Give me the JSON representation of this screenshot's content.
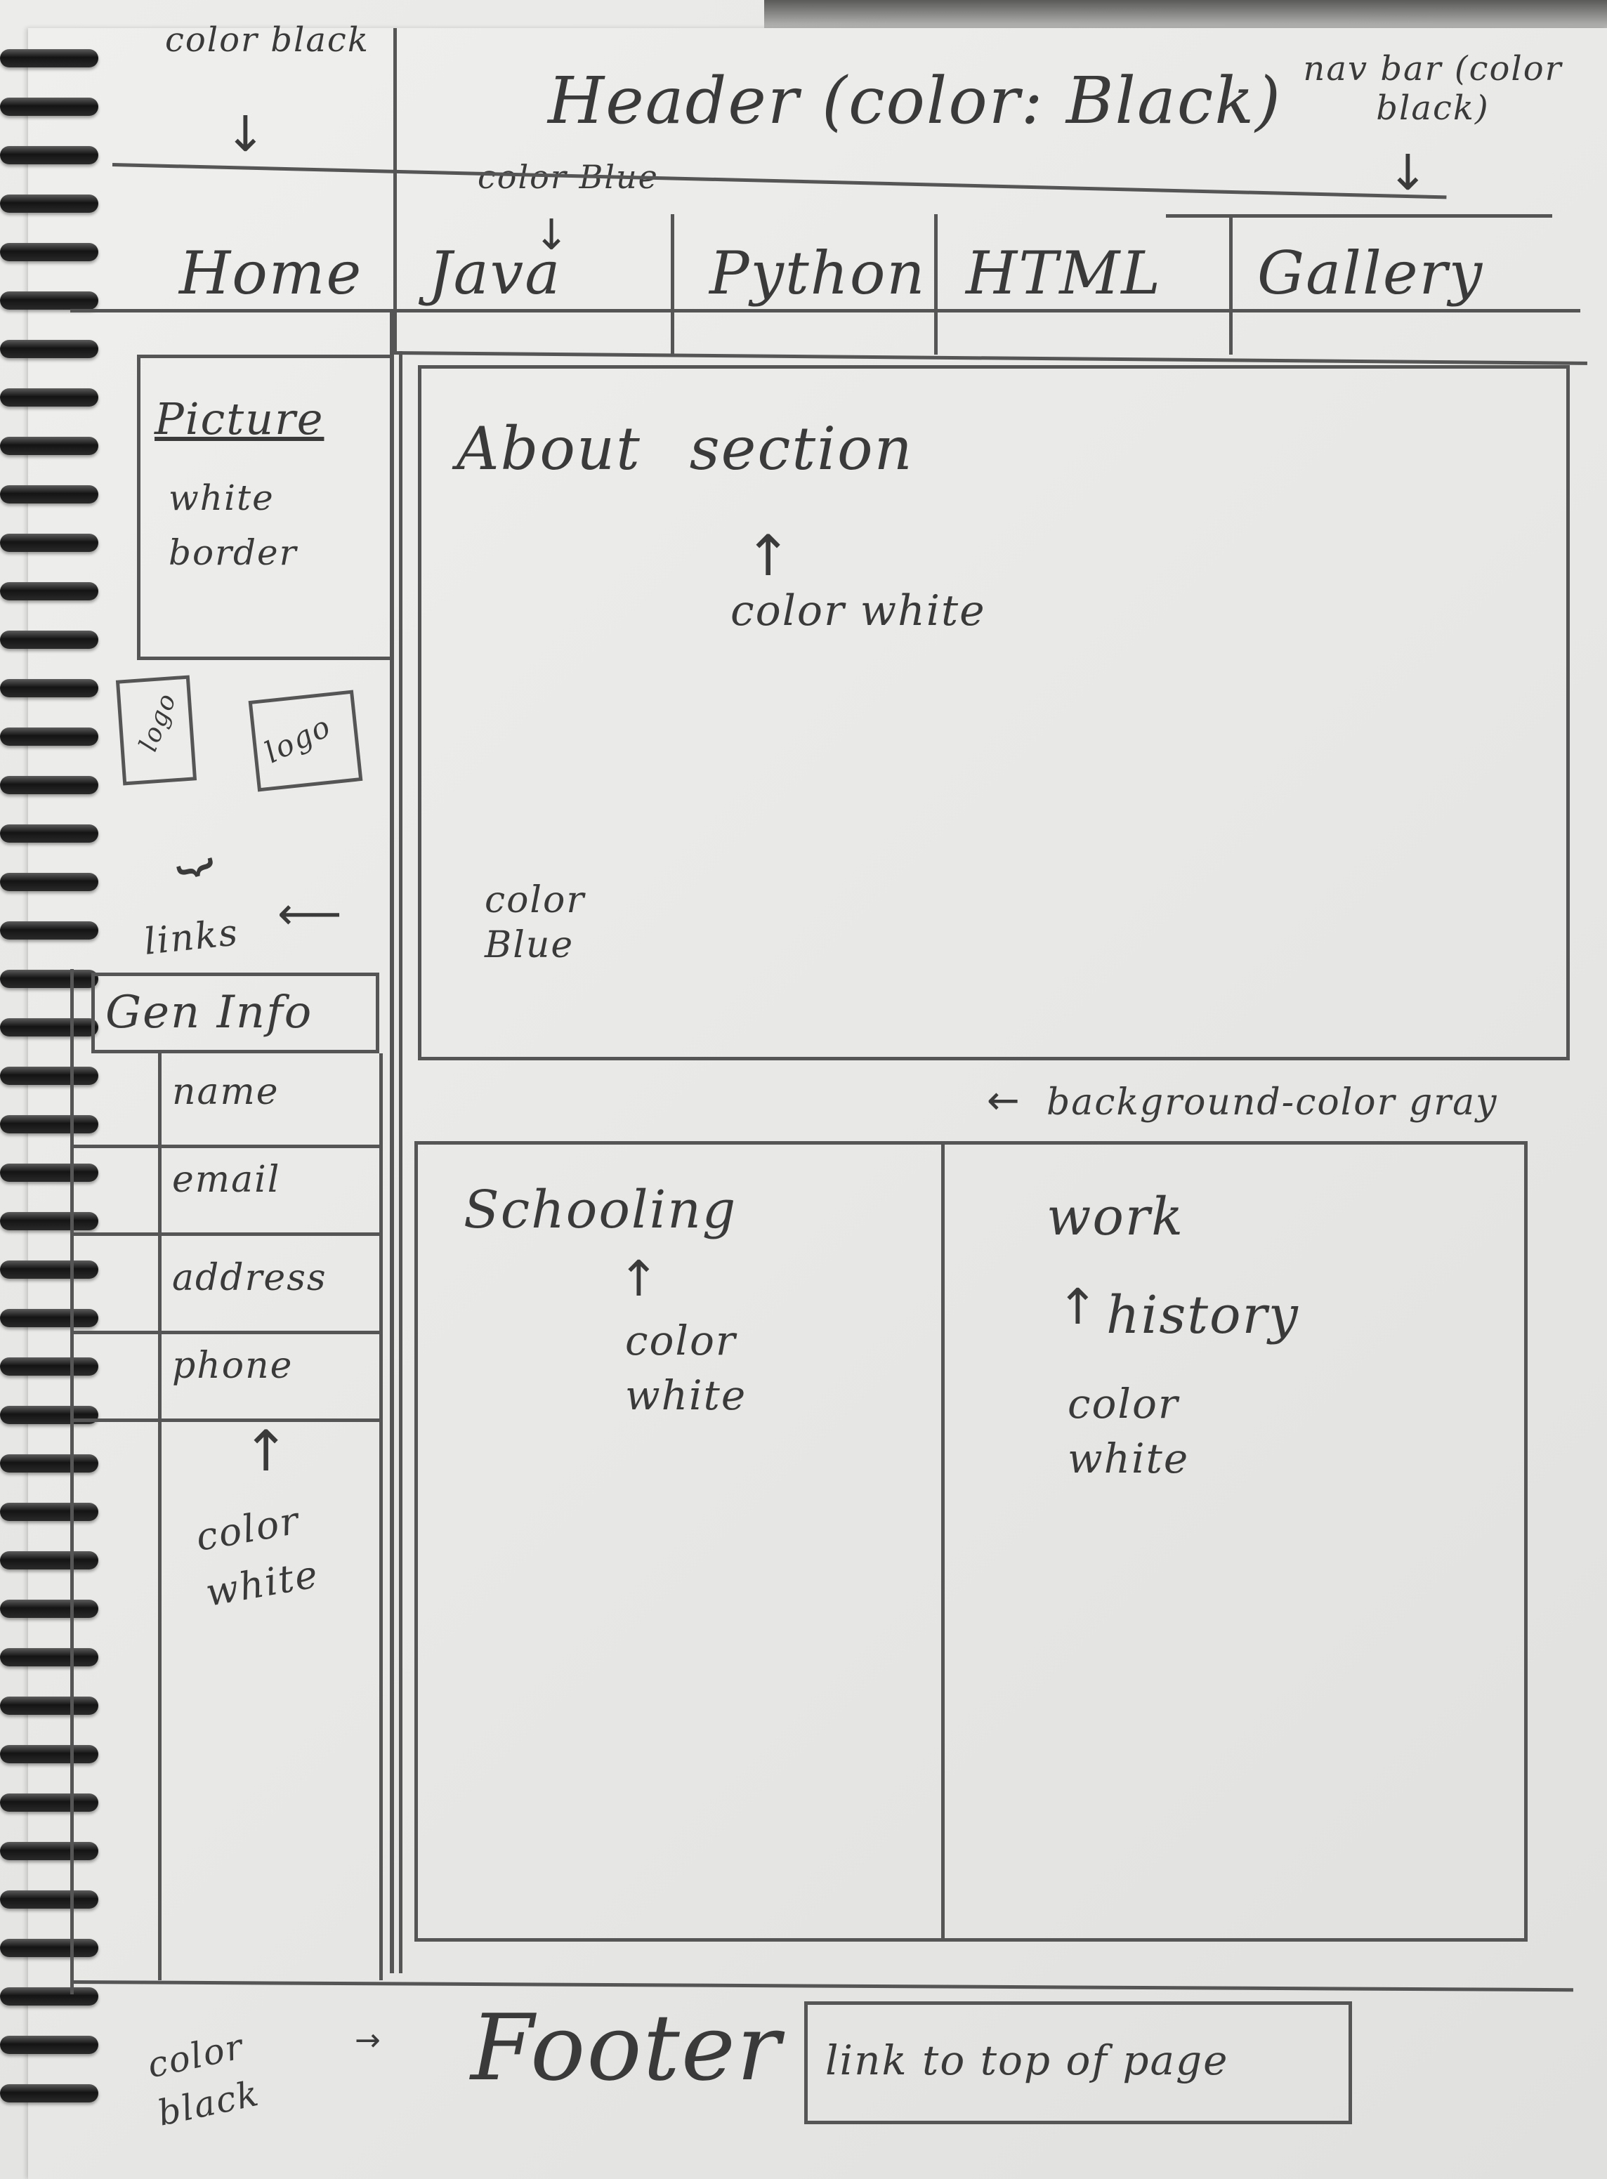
{
  "annotations": {
    "top_left": "color black",
    "header": "Header (color: Black)",
    "nav_bar": "nav bar (color black)",
    "java_color": "color Blue",
    "about_color": "color white",
    "links_color": "color Blue",
    "background": "background-color gray",
    "schooling_color": "color white",
    "work_color": "color white",
    "gen_info_color": "color white",
    "footer_color": "color black"
  },
  "nav": {
    "items": [
      {
        "label": "Home"
      },
      {
        "label": "Java"
      },
      {
        "label": "Python"
      },
      {
        "label": "HTML"
      },
      {
        "label": "Gallery"
      }
    ]
  },
  "sidebar": {
    "picture_title": "Picture",
    "picture_note": "white border",
    "logos": [
      "logo",
      "logo"
    ],
    "links_label": "links",
    "gen_info": {
      "title": "Gen Info",
      "fields": [
        "name",
        "email",
        "address",
        "phone"
      ]
    }
  },
  "main": {
    "about": "About section",
    "schooling": "Schooling",
    "work_line1": "work",
    "work_line2": "history"
  },
  "footer": {
    "title": "Footer",
    "top_link": "link to top of page"
  }
}
